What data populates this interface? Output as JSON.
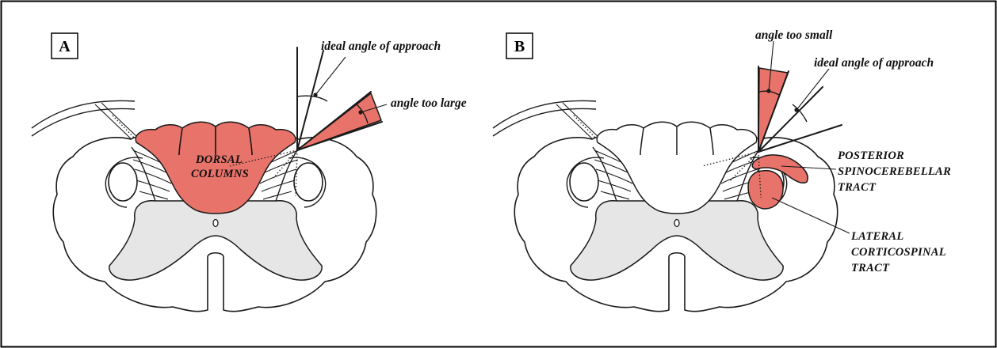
{
  "colors": {
    "highlight": "#e8736a",
    "grey_matter": "#e6e6e6",
    "outline": "#1a1a1a",
    "border": "#000000"
  },
  "panel_a": {
    "letter": "A",
    "ideal_label": "ideal angle of  approach",
    "large_label": "angle too large",
    "dorsal_line1": "DORSAL",
    "dorsal_line2": "COLUMNS"
  },
  "panel_b": {
    "letter": "B",
    "small_label": "angle too small",
    "ideal_label": "ideal angle of  approach",
    "post_line1": "POSTERIOR",
    "post_line2": "SPINOCEREBELLAR",
    "post_line3": "TRACT",
    "lat_line1": "LATERAL",
    "lat_line2": "CORTICOSPINAL",
    "lat_line3": "TRACT"
  }
}
